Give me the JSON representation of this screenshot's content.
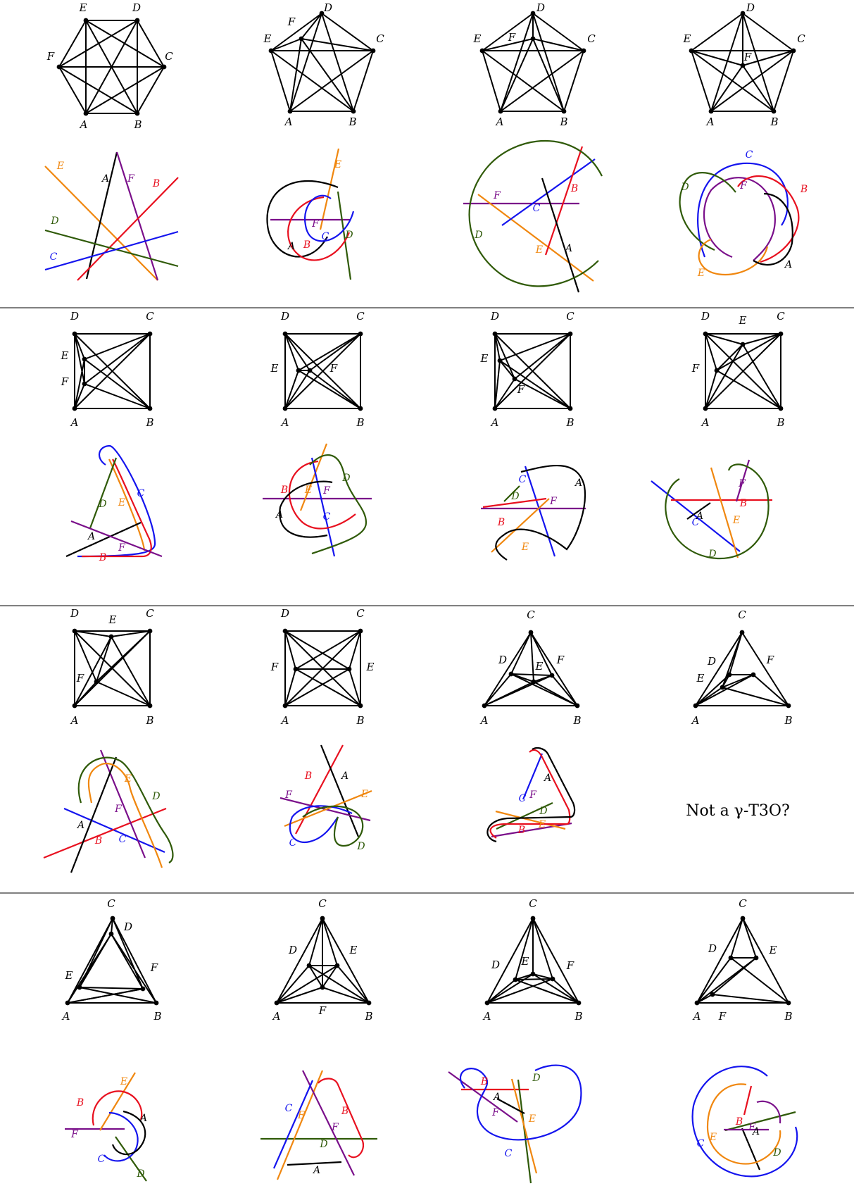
{
  "colors": {
    "A": "#000000",
    "B": "#e8101f",
    "C": "#1414ee",
    "D": "#2f5a08",
    "E": "#f0870f",
    "F": "#7a0f8a"
  },
  "note": "Not a γ-T3O?",
  "graphs": [
    {
      "id": "r1c1",
      "labels": {
        "A": "A",
        "B": "B",
        "C": "C",
        "D": "D",
        "E": "E",
        "F": "F"
      }
    },
    {
      "id": "r1c2",
      "labels": {
        "A": "A",
        "B": "B",
        "C": "C",
        "D": "D",
        "E": "E",
        "F": "F"
      }
    },
    {
      "id": "r1c3",
      "labels": {
        "A": "A",
        "B": "B",
        "C": "C",
        "D": "D",
        "E": "E",
        "F": "F"
      }
    },
    {
      "id": "r1c4",
      "labels": {
        "A": "A",
        "B": "B",
        "C": "C",
        "D": "D",
        "E": "E",
        "F": "F"
      }
    },
    {
      "id": "r2c1",
      "labels": {
        "A": "A",
        "B": "B",
        "C": "C",
        "D": "D",
        "E": "E",
        "F": "F"
      }
    },
    {
      "id": "r2c2",
      "labels": {
        "A": "A",
        "B": "B",
        "C": "C",
        "D": "D",
        "E": "E",
        "F": "F"
      }
    },
    {
      "id": "r2c3",
      "labels": {
        "A": "A",
        "B": "B",
        "C": "C",
        "D": "D",
        "E": "E",
        "F": "F"
      }
    },
    {
      "id": "r2c4",
      "labels": {
        "A": "A",
        "B": "B",
        "C": "C",
        "D": "D",
        "E": "E",
        "F": "F"
      }
    },
    {
      "id": "r3c1",
      "labels": {
        "A": "A",
        "B": "B",
        "C": "C",
        "D": "D",
        "E": "E",
        "F": "F"
      }
    },
    {
      "id": "r3c2",
      "labels": {
        "A": "A",
        "B": "B",
        "C": "C",
        "D": "D",
        "E": "E",
        "F": "F"
      }
    },
    {
      "id": "r3c3",
      "labels": {
        "A": "A",
        "B": "B",
        "C": "C",
        "D": "D",
        "E": "E",
        "F": "F"
      }
    },
    {
      "id": "r3c4",
      "labels": {
        "A": "A",
        "B": "B",
        "C": "C",
        "D": "D",
        "E": "E",
        "F": "F"
      }
    },
    {
      "id": "r4c1",
      "labels": {
        "A": "A",
        "B": "B",
        "C": "C",
        "D": "D",
        "E": "E",
        "F": "F"
      }
    },
    {
      "id": "r4c2",
      "labels": {
        "A": "A",
        "B": "B",
        "C": "C",
        "D": "D",
        "E": "E",
        "F": "F"
      }
    },
    {
      "id": "r4c3",
      "labels": {
        "A": "A",
        "B": "B",
        "C": "C",
        "D": "D",
        "E": "E",
        "F": "F"
      }
    },
    {
      "id": "r4c4",
      "labels": {
        "A": "A",
        "B": "B",
        "C": "C",
        "D": "D",
        "E": "E",
        "F": "F"
      }
    }
  ],
  "arrangements": [
    {
      "id": "r1c1",
      "labels": {
        "A": "A",
        "B": "B",
        "C": "C",
        "D": "D",
        "E": "E",
        "F": "F"
      }
    },
    {
      "id": "r1c2",
      "labels": {
        "A": "A",
        "B": "B",
        "C": "C",
        "D": "D",
        "E": "E",
        "F": "F"
      }
    },
    {
      "id": "r1c3",
      "labels": {
        "A": "A",
        "B": "B",
        "C": "C",
        "D": "D",
        "E": "E",
        "F": "F"
      }
    },
    {
      "id": "r1c4",
      "labels": {
        "A": "A",
        "B": "B",
        "C": "C",
        "D": "D",
        "E": "E",
        "F": "F"
      }
    },
    {
      "id": "r2c1",
      "labels": {
        "A": "A",
        "B": "B",
        "C": "C",
        "D": "D",
        "E": "E",
        "F": "F"
      }
    },
    {
      "id": "r2c2",
      "labels": {
        "A": "A",
        "B": "B",
        "C": "C",
        "D": "D",
        "E": "E",
        "F": "F"
      }
    },
    {
      "id": "r2c3",
      "labels": {
        "A": "A",
        "B": "B",
        "C": "C",
        "D": "D",
        "E": "E",
        "F": "F"
      }
    },
    {
      "id": "r2c4",
      "labels": {
        "A": "A",
        "B": "B",
        "C": "C",
        "D": "D",
        "E": "E",
        "F": "F"
      }
    },
    {
      "id": "r3c1",
      "labels": {
        "A": "A",
        "B": "B",
        "C": "C",
        "D": "D",
        "E": "E",
        "F": "F"
      }
    },
    {
      "id": "r3c2",
      "labels": {
        "A": "A",
        "B": "B",
        "C": "C",
        "D": "D",
        "E": "E",
        "F": "F"
      }
    },
    {
      "id": "r3c3",
      "labels": {
        "A": "A",
        "B": "B",
        "C": "C",
        "D": "D",
        "E": "E",
        "F": "F"
      }
    },
    {
      "id": "r4c1",
      "labels": {
        "A": "A",
        "B": "B",
        "C": "C",
        "D": "D",
        "E": "E",
        "F": "F"
      }
    },
    {
      "id": "r4c2",
      "labels": {
        "A": "A",
        "B": "B",
        "C": "C",
        "D": "D",
        "E": "E",
        "F": "F"
      }
    },
    {
      "id": "r4c3",
      "labels": {
        "A": "A",
        "B": "B",
        "C": "C",
        "D": "D",
        "E": "E",
        "F": "F"
      }
    },
    {
      "id": "r4c4",
      "labels": {
        "A": "A",
        "B": "B",
        "C": "C",
        "D": "D",
        "E": "E",
        "F": "F"
      }
    }
  ]
}
